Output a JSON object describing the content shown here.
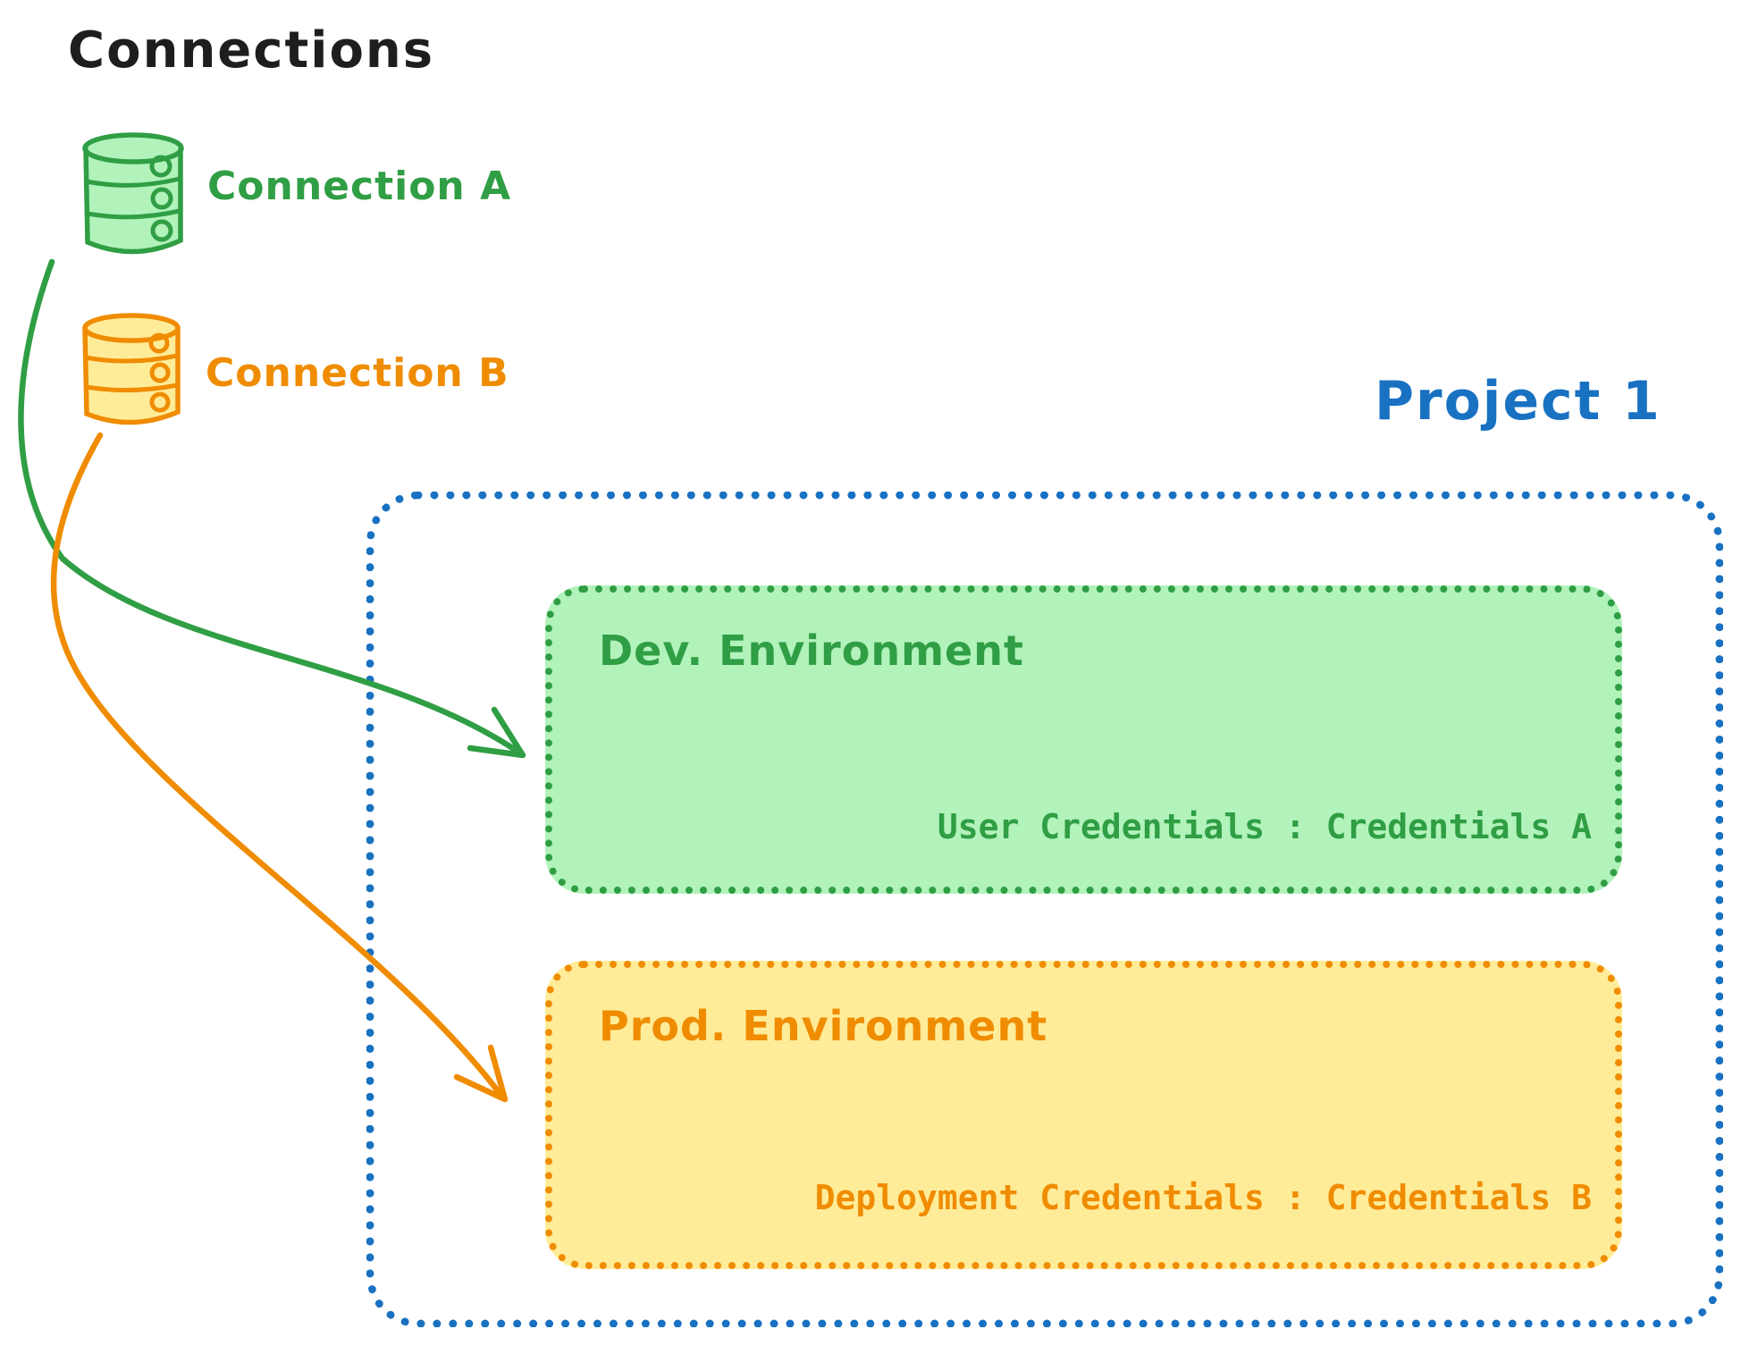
{
  "title": "Connections",
  "connections": [
    {
      "label": "Connection A",
      "icon": "database-icon",
      "stroke_color": "#2f9e44",
      "fill_color": "#b2f2bb"
    },
    {
      "label": "Connection B",
      "icon": "database-icon",
      "stroke_color": "#f08c00",
      "fill_color": "#ffec99"
    }
  ],
  "project": {
    "label": "Project 1",
    "border_color": "#1971c2",
    "environments": [
      {
        "title": "Dev. Environment",
        "credentials_label": "User Credentials : Credentials A",
        "stroke_color": "#2f9e44",
        "fill_color": "#b2f2bb"
      },
      {
        "title": "Prod. Environment",
        "credentials_label": "Deployment Credentials : Credentials B",
        "stroke_color": "#f08c00",
        "fill_color": "#ffec99"
      }
    ]
  },
  "colors": {
    "title_text": "#1e1e1e",
    "green": "#2f9e44",
    "green_fill": "#b2f2bb",
    "orange": "#f08c00",
    "orange_fill": "#ffec99",
    "blue": "#1971c2"
  }
}
